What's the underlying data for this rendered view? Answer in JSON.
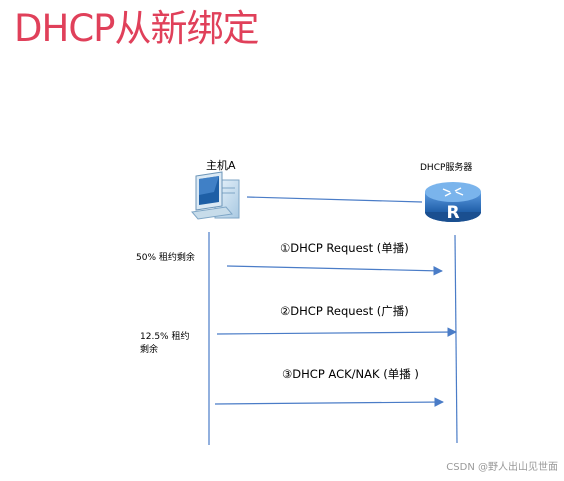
{
  "title": "DHCP从新绑定",
  "colors": {
    "title": "#e0405a",
    "line": "#4a7cc7",
    "router": "#2f6db3"
  },
  "host": {
    "label": "主机A",
    "icon": "computer-icon"
  },
  "server": {
    "label": "DHCP服务器",
    "icon": "router-icon"
  },
  "notes": {
    "note1": "50% 租约剩余",
    "note2_line1": "12.5% 租约",
    "note2_line2": "剩余"
  },
  "messages": [
    {
      "text": "①DHCP Request (单播)"
    },
    {
      "text": "②DHCP Request (广播)"
    },
    {
      "text": "③DHCP ACK/NAK (单播 )"
    }
  ],
  "watermark": "CSDN @野人出山见世面"
}
